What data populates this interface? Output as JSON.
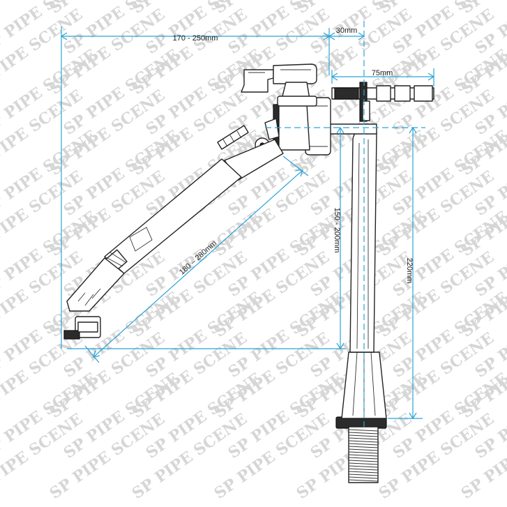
{
  "diagram": {
    "dimensions": {
      "top_width": "170 - 250mm",
      "offset": "30mm",
      "thread_length": "75mm",
      "arm_length": "180 – 280mm",
      "left_height": "150 - 200mm",
      "right_height": "220mm"
    },
    "watermark": {
      "text": "SP PIPE SCENE",
      "rows": 13,
      "cols": 7
    },
    "colors": {
      "dimension": "#2aa3d6",
      "outline": "#222222",
      "watermark": "#d6d6d6"
    }
  }
}
